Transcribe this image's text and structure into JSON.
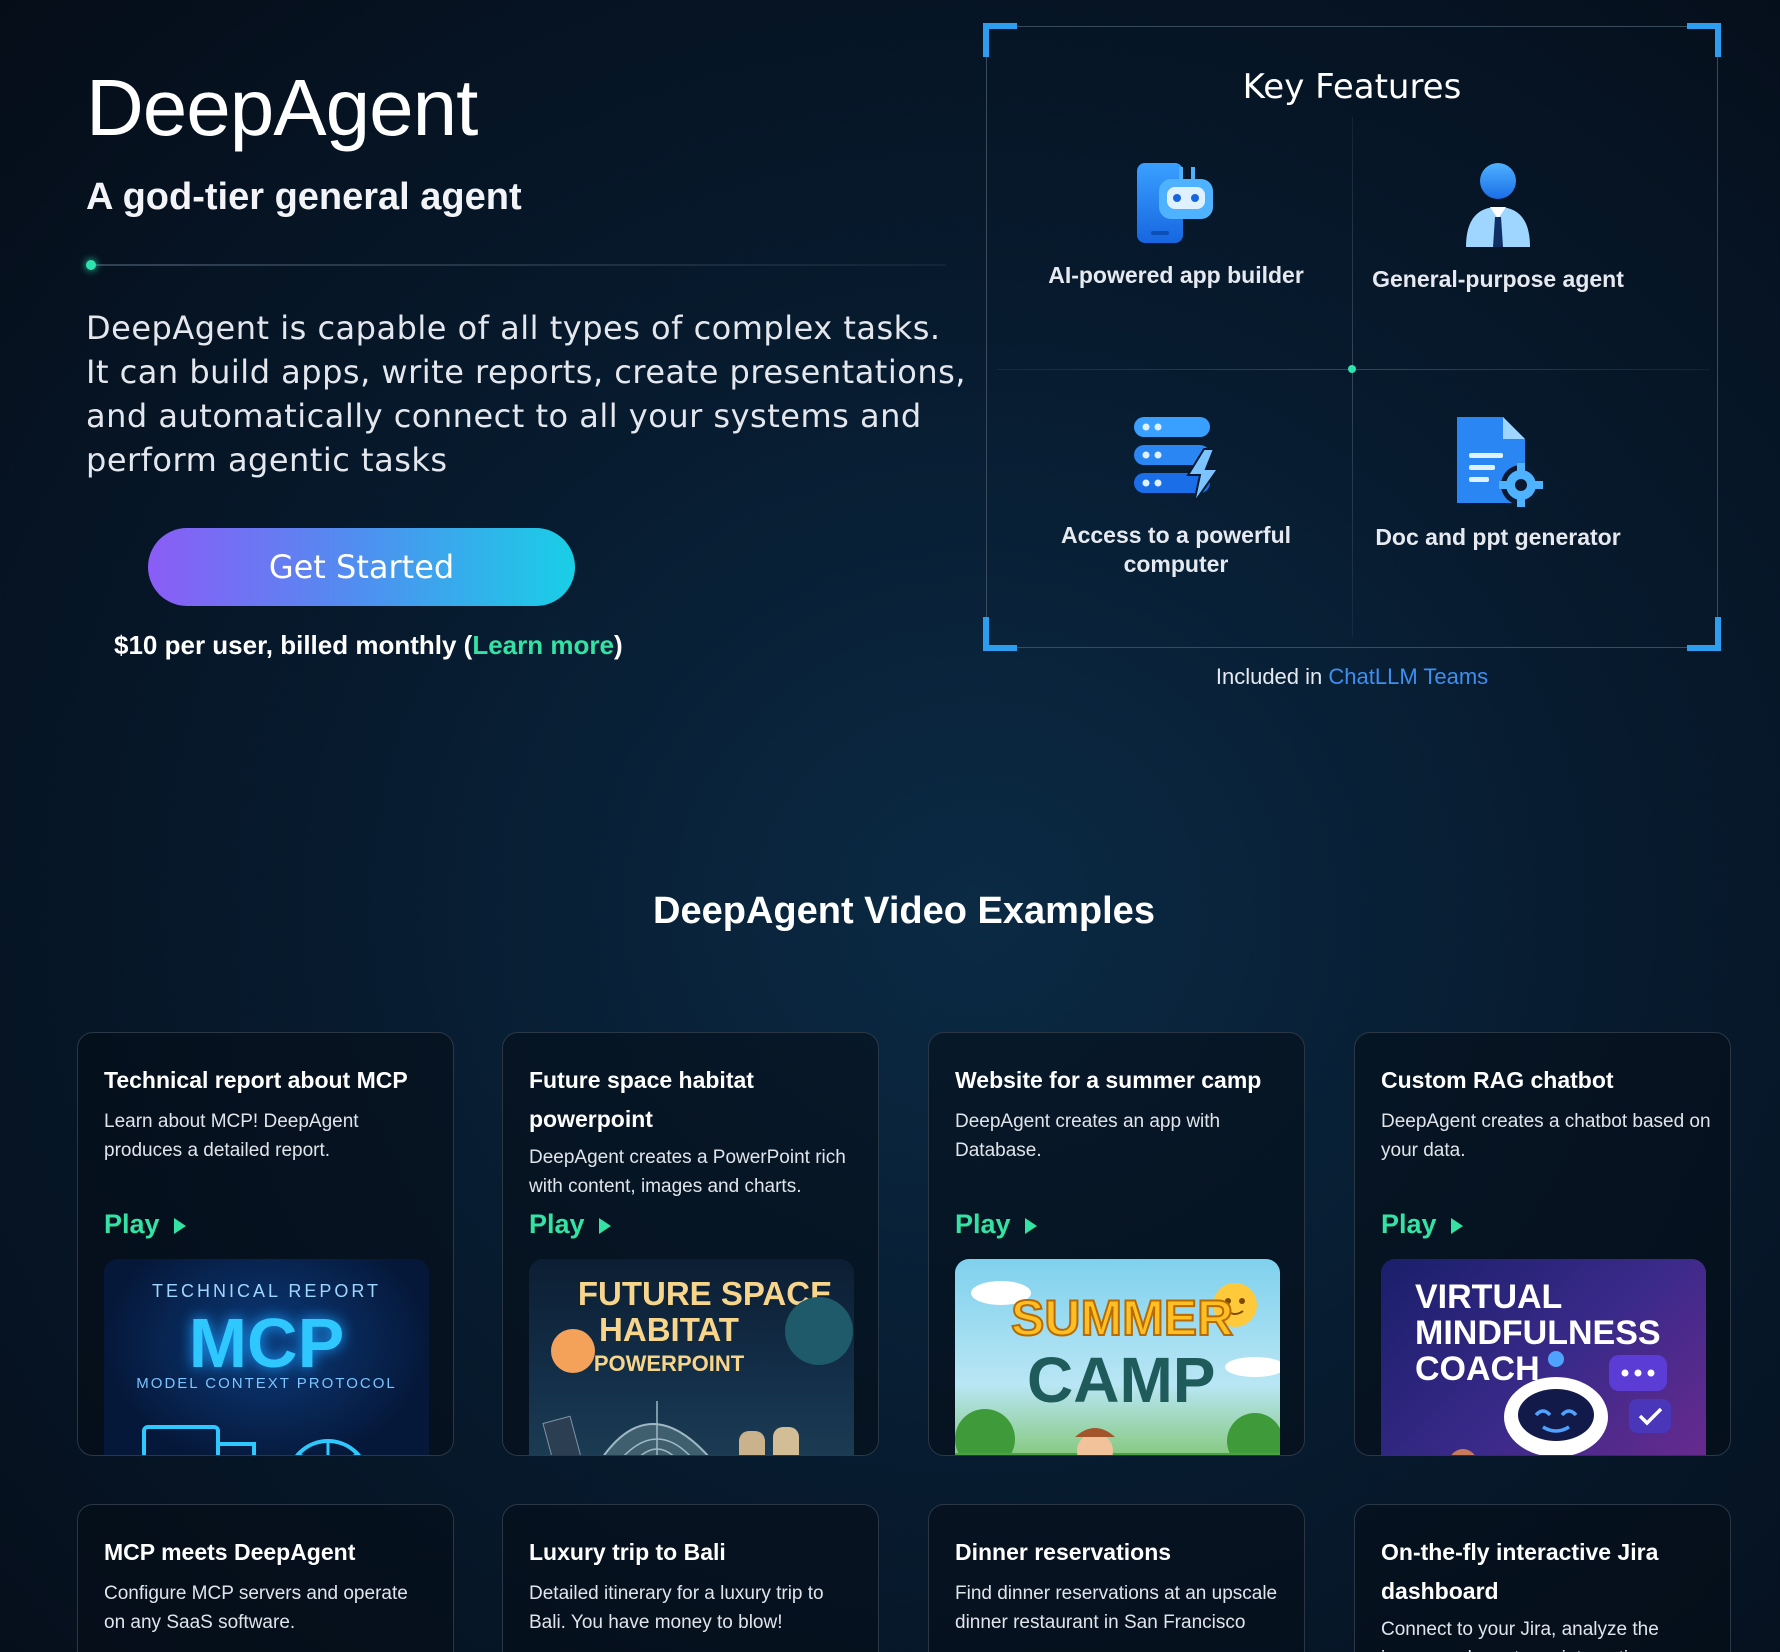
{
  "hero": {
    "title": "DeepAgent",
    "subtitle": "A god-tier general agent",
    "description": "DeepAgent is capable of all types of complex tasks. It can build apps, write reports, create presentations, and automatically connect to all your systems and perform agentic tasks",
    "cta_label": "Get Started",
    "pricing_prefix": "$10 per user, billed monthly (",
    "pricing_link": "Learn more",
    "pricing_suffix": ")"
  },
  "features": {
    "title": "Key Features",
    "items": [
      {
        "label": "AI-powered app builder",
        "icon": "phone-robot-icon"
      },
      {
        "label": "General-purpose agent",
        "icon": "person-agent-icon"
      },
      {
        "label": "Access to a powerful computer",
        "icon": "server-bolt-icon"
      },
      {
        "label": "Doc and ppt generator",
        "icon": "document-gear-icon"
      }
    ],
    "included_prefix": "Included in ",
    "included_link": "ChatLLM Teams"
  },
  "videos": {
    "section_title": "DeepAgent Video Examples",
    "play_label": "Play",
    "cards": [
      {
        "title": "Technical report about MCP",
        "description": "Learn about MCP! DeepAgent produces a detailed report.",
        "thumb": {
          "line1": "TECHNICAL REPORT",
          "line2": "MCP",
          "line3": "MODEL CONTEXT PROTOCOL"
        }
      },
      {
        "title": "Future space habitat powerpoint",
        "description": "DeepAgent creates a PowerPoint rich with content, images and charts.",
        "thumb": {
          "line1": "FUTURE SPACE",
          "line2": "HABITAT",
          "line3": "POWERPOINT"
        }
      },
      {
        "title": "Website for a summer camp",
        "description": "DeepAgent creates an app with Database.",
        "thumb": {
          "line1": "SUMMER",
          "line2": "CAMP"
        }
      },
      {
        "title": "Custom RAG chatbot",
        "description": "DeepAgent creates a chatbot based on your data.",
        "thumb": {
          "line1": "VIRTUAL",
          "line2": "MINDFULNESS",
          "line3": "COACH"
        }
      },
      {
        "title": "MCP meets DeepAgent",
        "description": "Configure MCP servers and operate on any SaaS software."
      },
      {
        "title": "Luxury trip to Bali",
        "description": "Detailed itinerary for a luxury trip to Bali. You have money to blow!"
      },
      {
        "title": "Dinner reservations",
        "description": "Find dinner reservations at an upscale dinner restaurant in San Francisco"
      },
      {
        "title": "On-the-fly interactive Jira dashboard",
        "description": "Connect to your Jira, analyze the issues and create an interactive"
      }
    ]
  }
}
